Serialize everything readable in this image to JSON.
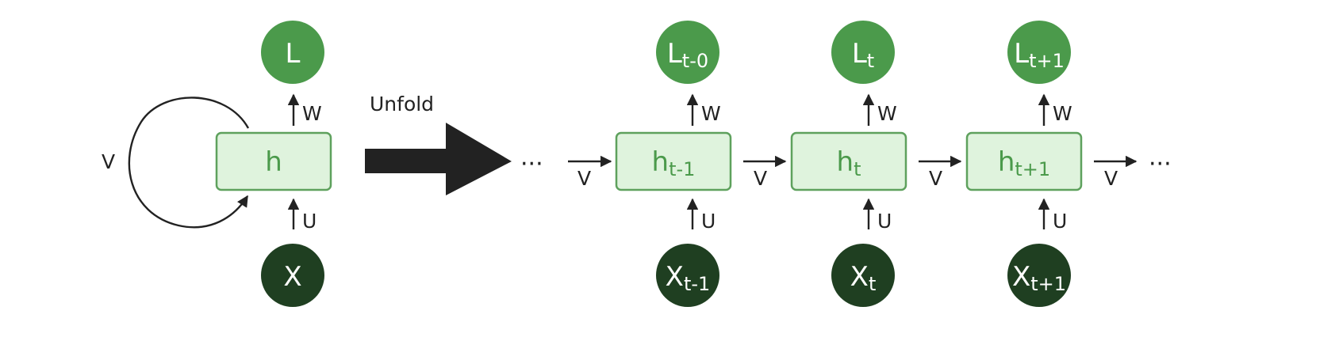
{
  "unfold_label": "Unfold",
  "ellipsis": "···",
  "folded": {
    "output": {
      "main": "L",
      "sub": ""
    },
    "hidden": {
      "main": "h",
      "sub": ""
    },
    "input": {
      "main": "X",
      "sub": ""
    },
    "edge_w": "W",
    "edge_u": "U",
    "edge_v": "V"
  },
  "unfolded": {
    "edge_v": "V",
    "steps": [
      {
        "output": {
          "main": "L",
          "sub": "t-0"
        },
        "hidden": {
          "main": "h",
          "sub": "t-1"
        },
        "input": {
          "main": "X",
          "sub": "t-1"
        },
        "edge_w": "W",
        "edge_u": "U"
      },
      {
        "output": {
          "main": "L",
          "sub": "t"
        },
        "hidden": {
          "main": "h",
          "sub": "t"
        },
        "input": {
          "main": "X",
          "sub": "t"
        },
        "edge_w": "W",
        "edge_u": "U"
      },
      {
        "output": {
          "main": "L",
          "sub": "t+1"
        },
        "hidden": {
          "main": "h",
          "sub": "t+1"
        },
        "input": {
          "main": "X",
          "sub": "t+1"
        },
        "edge_w": "W",
        "edge_u": "U"
      }
    ]
  }
}
